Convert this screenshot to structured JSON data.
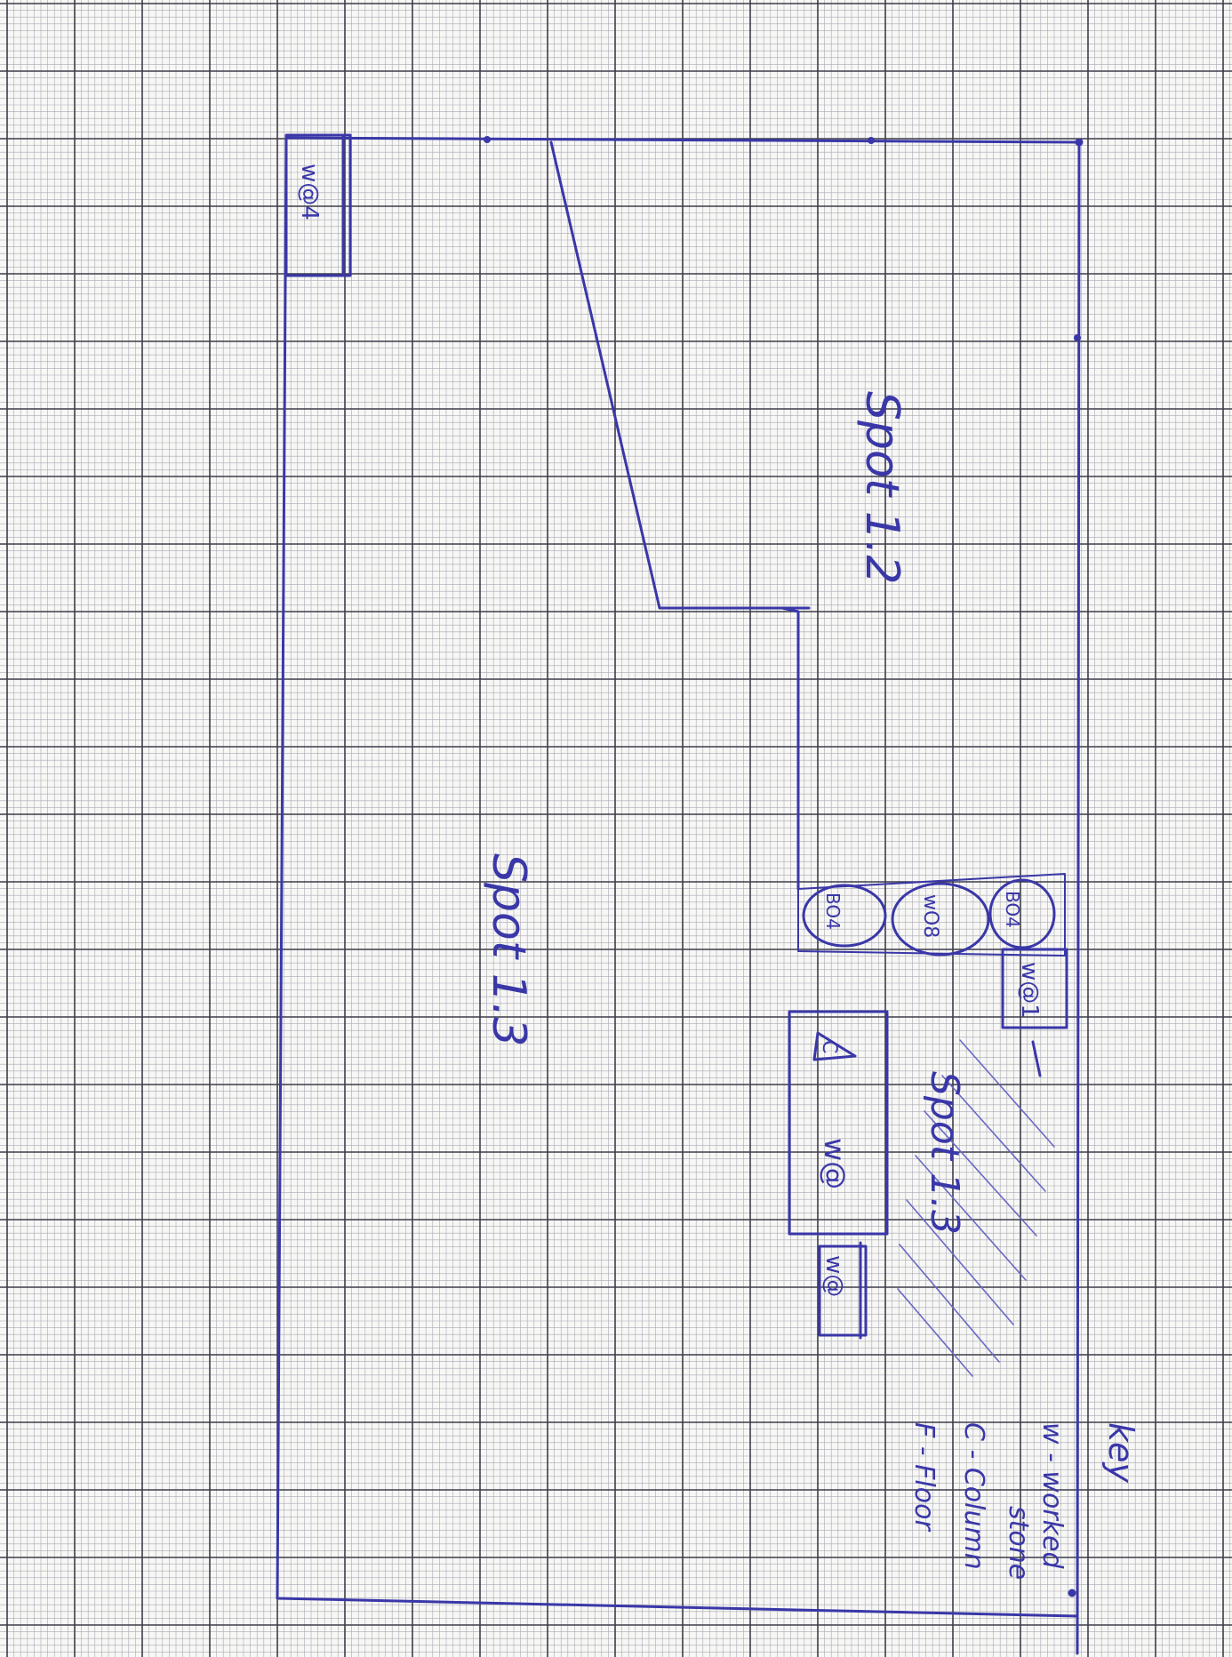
{
  "colors": {
    "paper": "#f7f7f5",
    "grid_minor": "#a9a9b3",
    "grid_major": "#3d3d4a",
    "ink": "#3a37a8",
    "ink_light": "#6a69c6"
  },
  "labels": {
    "spot_upper": "Spot 1.2",
    "spot_main": "Spot 1.3",
    "spot_hatched": "Spot 1.3"
  },
  "cells": {
    "top_left_box": "w@4",
    "circle_1": "BO4",
    "circle_2": "wO8",
    "circle_3": "BO4",
    "right_small_box": "w@1",
    "inner_box_triangle": "C",
    "inner_box_cell": "w@",
    "bottom_small_box": "w@"
  },
  "key": {
    "title": "key",
    "lines": [
      "w - worked",
      "stone",
      "C - Column",
      "F - Floor"
    ]
  }
}
